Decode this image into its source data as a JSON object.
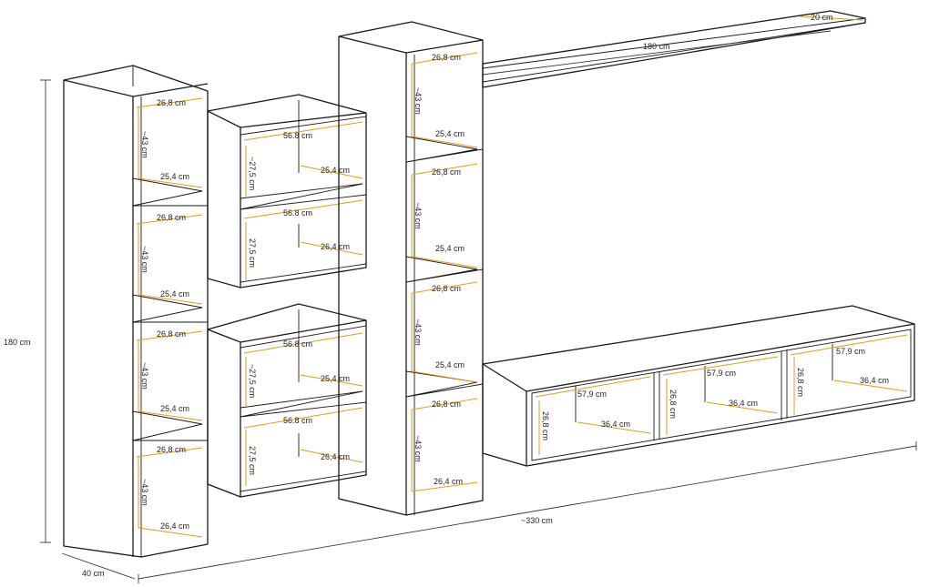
{
  "colors": {
    "outline": "#1a1a1a",
    "inner_dimension": "#e59a1c",
    "overall_dimension": "#3a3a3a"
  },
  "overall": {
    "height": "180 cm",
    "depth": "40 cm",
    "width": "~330 cm"
  },
  "shelf_board": {
    "length": "180 cm",
    "depth": "20 cm"
  },
  "tall_cabinet_left": {
    "compartments": [
      {
        "width": "26,8 cm",
        "height": "~43 cm",
        "depth": "25,4 cm"
      },
      {
        "width": "26,8 cm",
        "height": "~43 cm",
        "depth": "25,4 cm"
      },
      {
        "width": "26,8 cm",
        "height": "~43 cm",
        "depth": "25,4 cm"
      },
      {
        "width": "26,8 cm",
        "height": "~43 cm",
        "depth": "26,4 cm"
      }
    ]
  },
  "hanging_cube_top": {
    "compartments": [
      {
        "width": "56.8 cm",
        "height": "~27,5 cm",
        "depth": "25,4 cm"
      },
      {
        "width": "56.8 cm",
        "height": "27,5 cm",
        "depth": "26,4 cm"
      }
    ]
  },
  "hanging_cube_bottom": {
    "compartments": [
      {
        "width": "56.8 cm",
        "height": "~27,5 cm",
        "depth": "25,4 cm"
      },
      {
        "width": "56.8 cm",
        "height": "27,5 cm",
        "depth": "26,4 cm"
      }
    ]
  },
  "tall_cabinet_center": {
    "compartments": [
      {
        "width": "26,8 cm",
        "height": "~43 cm",
        "depth": "25,4 cm"
      },
      {
        "width": "26,8 cm",
        "height": "~43 cm",
        "depth": "25,4 cm"
      },
      {
        "width": "26,8 cm",
        "height": "~43 cm",
        "depth": "25,4 cm"
      },
      {
        "width": "26,8 cm",
        "height": "~43 cm",
        "depth": "26,4 cm"
      }
    ]
  },
  "tv_board": {
    "compartments": [
      {
        "width": "57,9 cm",
        "height": "26,8 cm",
        "depth": "36,4 cm"
      },
      {
        "width": "57,9 cm",
        "height": "26,8 cm",
        "depth": "36,4 cm"
      },
      {
        "width": "57,9 cm",
        "height": "26,8 cm",
        "depth": "36,4 cm"
      }
    ]
  }
}
